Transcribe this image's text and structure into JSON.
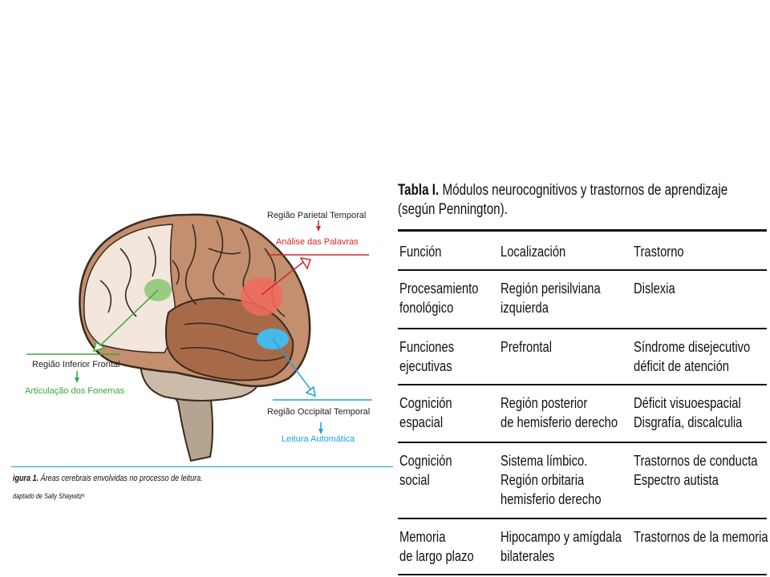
{
  "figure": {
    "labels": {
      "parietal_region": "Região Parietal Temporal",
      "parietal_function": "Análise das Palavras",
      "frontal_region": "Região Inferior Frontal",
      "frontal_function": "Articulação dos Fonemas",
      "occipital_region": "Região Occipital Temporal",
      "occipital_function": "Leitura Automática"
    },
    "colors": {
      "parietal": "#d4262b",
      "frontal": "#3aa63a",
      "occipital": "#1ba3dc"
    },
    "caption_prefix": "igura 1.",
    "caption_text": " Áreas cerebrais envolvidas no processo de leitura.",
    "source": "daptado de Sally Shaywitz⁶"
  },
  "table": {
    "title_bold": "Tabla I.",
    "title_text": " Módulos neurocognitivos y trastornos de aprendizaje (según Pennington).",
    "headers": [
      "Función",
      "Localización",
      "Trastorno"
    ],
    "rows": [
      {
        "funcion": [
          "Procesamiento",
          "fonológico"
        ],
        "localizacion": [
          "Región perisilviana",
          "izquierda"
        ],
        "trastorno": [
          "Dislexia"
        ]
      },
      {
        "funcion": [
          "Funciones",
          "ejecutivas"
        ],
        "localizacion": [
          "Prefrontal"
        ],
        "trastorno": [
          "Síndrome disejecutivo",
          "déficit de atención"
        ]
      },
      {
        "funcion": [
          "Cognición",
          "espacial"
        ],
        "localizacion": [
          "Región posterior",
          "de hemisferio derecho"
        ],
        "trastorno": [
          "Déficit visuoespacial",
          "Disgrafía,  discalculia"
        ]
      },
      {
        "funcion": [
          "Cognición",
          "social"
        ],
        "localizacion": [
          "Sistema límbico.",
          "Región orbitaria",
          "hemisferio derecho"
        ],
        "trastorno": [
          "Trastornos de conducta",
          "Espectro  autista"
        ]
      },
      {
        "funcion": [
          "Memoria",
          "de largo plazo"
        ],
        "localizacion": [
          "Hipocampo y amígdala",
          "bilaterales"
        ],
        "trastorno": [
          "Trastornos de la memoria"
        ]
      }
    ]
  }
}
